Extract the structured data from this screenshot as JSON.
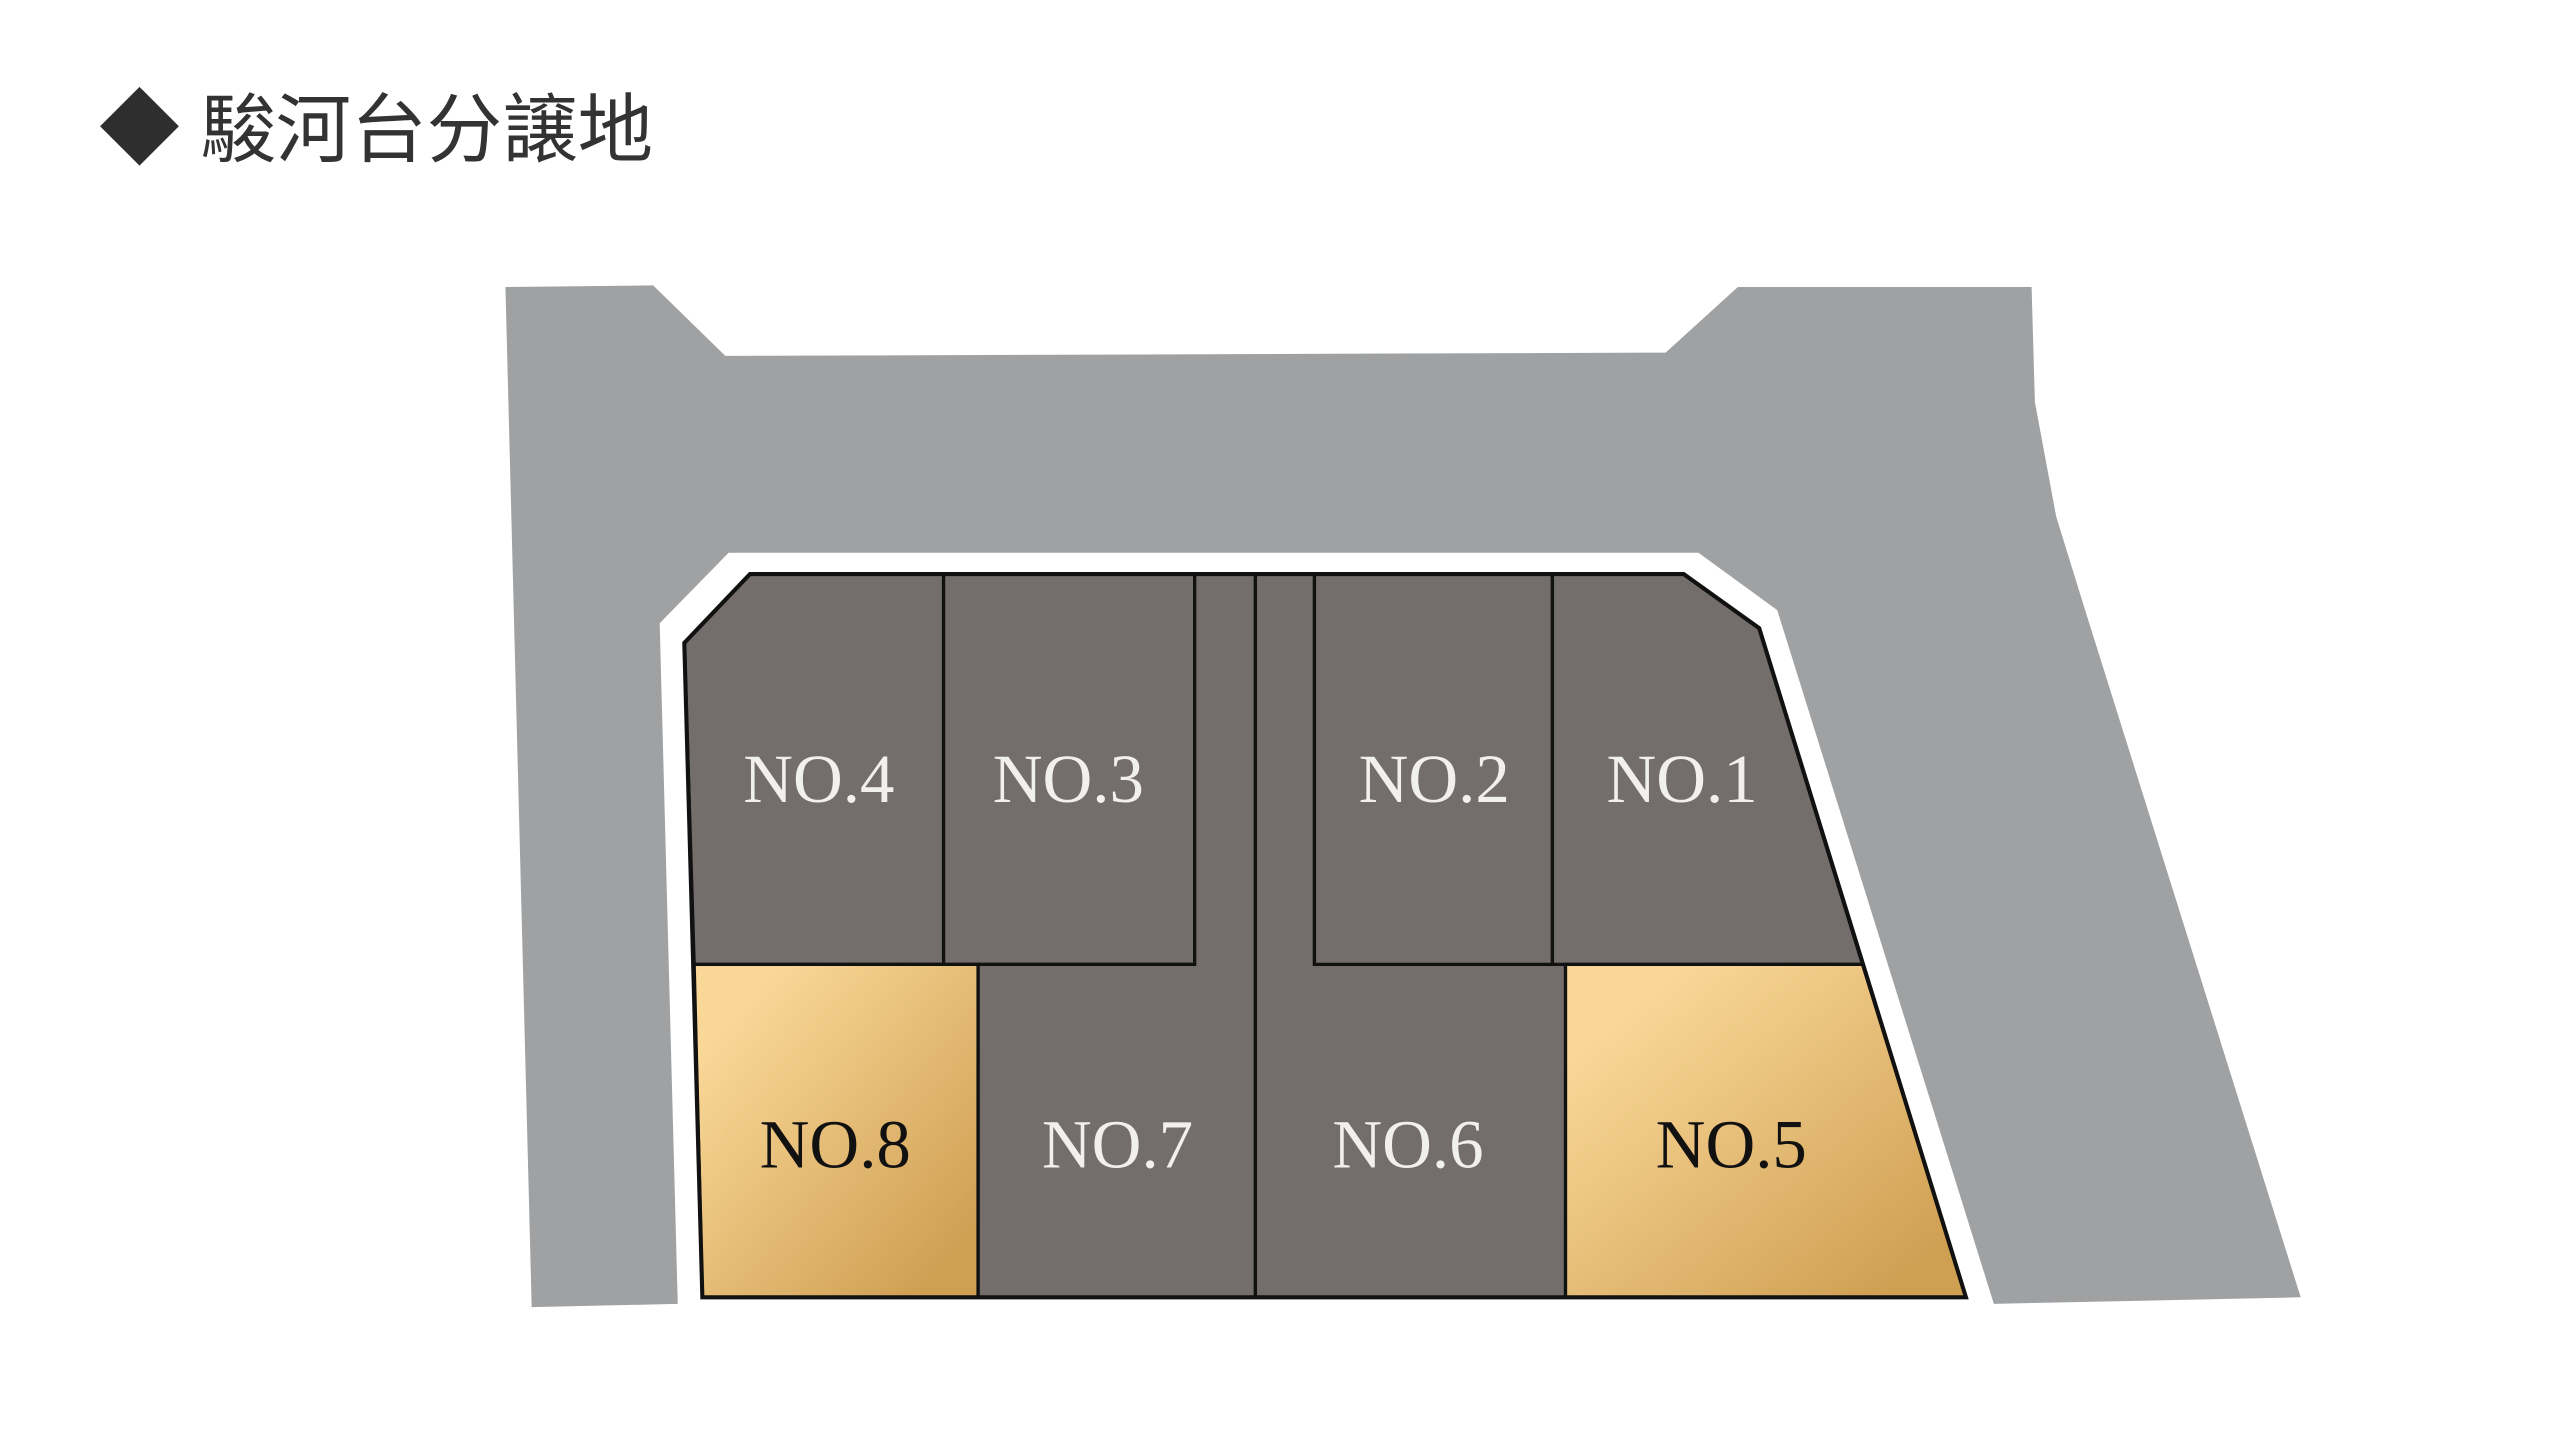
{
  "title": "駿河台分譲地",
  "title_icon": "diamond-icon",
  "colors": {
    "road": "#a0a1a3",
    "lot_default": "#736e6b",
    "lot_highlight_start": "#f9d797",
    "lot_highlight_end": "#cf9f52",
    "title": "#333333"
  },
  "lots": {
    "no1": {
      "label": "NO.1",
      "highlighted": false
    },
    "no2": {
      "label": "NO.2",
      "highlighted": false
    },
    "no3": {
      "label": "NO.3",
      "highlighted": false
    },
    "no4": {
      "label": "NO.4",
      "highlighted": false
    },
    "no5": {
      "label": "NO.5",
      "highlighted": true
    },
    "no6": {
      "label": "NO.6",
      "highlighted": false
    },
    "no7": {
      "label": "NO.7",
      "highlighted": false
    },
    "no8": {
      "label": "NO.8",
      "highlighted": true
    }
  }
}
